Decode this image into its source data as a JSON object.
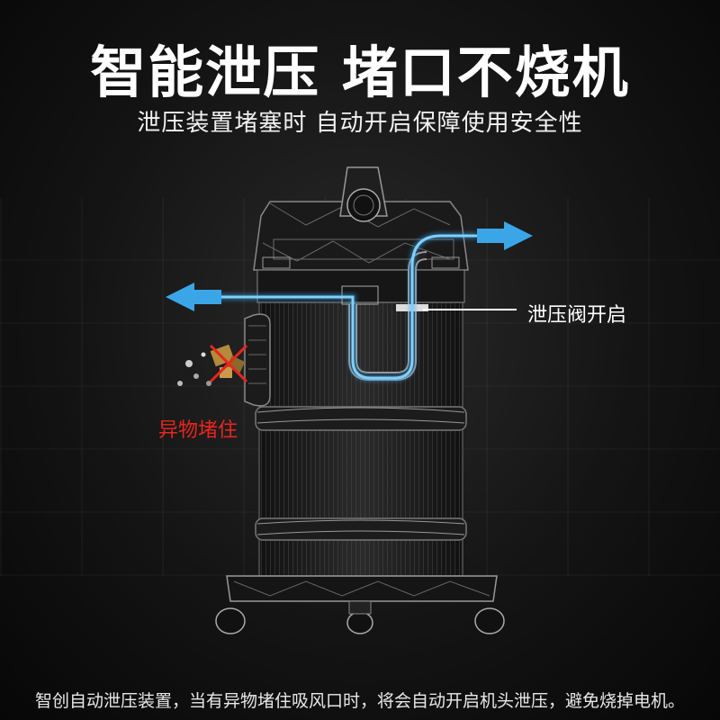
{
  "header": {
    "title": "智能泄压 堵口不烧机",
    "subtitle": "泄压装置堵塞时 自动开启保障使用安全性"
  },
  "callouts": {
    "valve_label": "泄压阀开启",
    "foreign_object_label": "异物堵住"
  },
  "footer": {
    "description": "智创自动泄压装置，当有异物堵住吸风口时，将会自动开启机头泄压，避免烧掉电机。"
  },
  "colors": {
    "airflow": "#3aa6e8",
    "warning": "#e8261d"
  },
  "icons": {
    "blocked": "cross-mark-icon"
  }
}
